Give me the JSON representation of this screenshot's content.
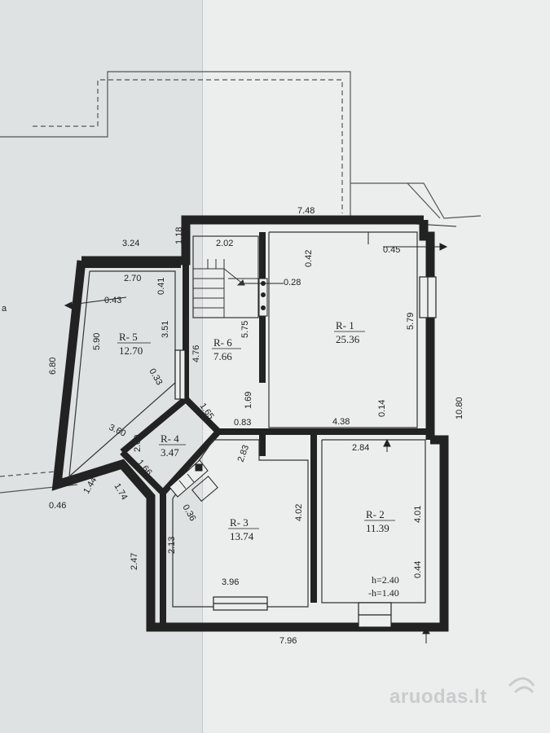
{
  "plan": {
    "dims": {
      "top_total": "7.48",
      "left_top": "3.24",
      "left_stub": "1.18",
      "stair_width": "2.02",
      "r1_top_inner": "0.42",
      "r1_right_top": "0.45",
      "stair_gap": "0.28",
      "r5_top": "2.70",
      "r5_offset": "0.43",
      "r5_small": "0.41",
      "r5_left": "5.90",
      "r5_right": "3.51",
      "left_total": "6.80",
      "r5_diag": "0.33",
      "r5_bottom_diag": "3.60",
      "r6_left": "4.76",
      "r6_right": "5.75",
      "r1_right": "5.79",
      "right_total": "10.80",
      "r6_low": "1.69",
      "r4_diag": "1.65",
      "r6_bottom": "0.83",
      "r1_bottom": "4.38",
      "r1_gap": "0.14",
      "r4_left": "2.09",
      "r4_bottom": "1.66",
      "r3_diag": "2.83",
      "r2_top": "2.84",
      "bottom_left_a": "1.44",
      "bottom_left_b": "1.74",
      "bottom_left_c": "0.46",
      "r3_diag2": "0.36",
      "r3_right": "4.02",
      "r2_right": "4.01",
      "r3_left": "2.13",
      "left_low": "2.47",
      "r3_bottom": "3.96",
      "r2_sill": "0.44",
      "bottom_total": "7.96"
    },
    "rooms": {
      "r1_name": "R- 1",
      "r1_area": "25.36",
      "r2_name": "R- 2",
      "r2_area": "11.39",
      "r3_name": "R- 3",
      "r3_area": "13.74",
      "r4_name": "R- 4",
      "r4_area": "3.47",
      "r5_name": "R- 5",
      "r5_area": "12.70",
      "r6_name": "R- 6",
      "r6_area": "7.66"
    },
    "heights": {
      "h": "h=2.40",
      "neg_h": "-h=1.40"
    },
    "edge_letter": "a"
  },
  "watermark": "aruodas.lt"
}
